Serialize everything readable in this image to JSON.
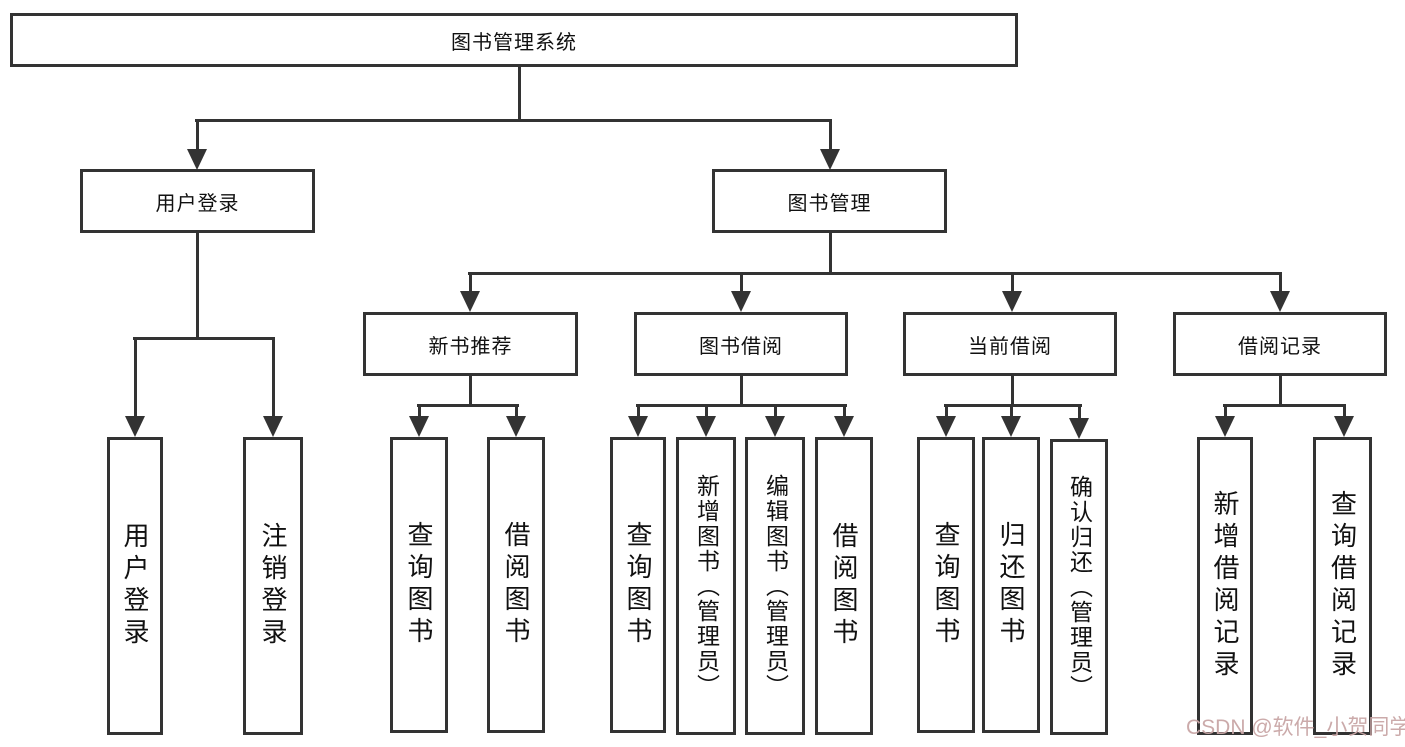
{
  "diagram": {
    "type": "hierarchy-tree",
    "root": {
      "label": "图书管理系统"
    },
    "branches": [
      {
        "label": "用户登录",
        "children": [
          {
            "label": "用户登录"
          },
          {
            "label": "注销登录"
          }
        ]
      },
      {
        "label": "图书管理",
        "children": [
          {
            "label": "新书推荐",
            "children": [
              {
                "label": "查询图书"
              },
              {
                "label": "借阅图书"
              }
            ]
          },
          {
            "label": "图书借阅",
            "children": [
              {
                "label": "查询图书"
              },
              {
                "label": "新增图书（管理员）"
              },
              {
                "label": "编辑图书（管理员）"
              },
              {
                "label": "借阅图书"
              }
            ]
          },
          {
            "label": "当前借阅",
            "children": [
              {
                "label": "查询图书"
              },
              {
                "label": "归还图书"
              },
              {
                "label": "确认归还（管理员）"
              }
            ]
          },
          {
            "label": "借阅记录",
            "children": [
              {
                "label": "新增借阅记录"
              },
              {
                "label": "查询借阅记录"
              }
            ]
          }
        ]
      }
    ]
  },
  "watermark": {
    "text": "CSDN @软件_小贺同学",
    "color": "#c9a6a6"
  },
  "colors": {
    "background": "#ffffff",
    "line": "#333333",
    "box_border": "#333333",
    "text": "#111111"
  }
}
